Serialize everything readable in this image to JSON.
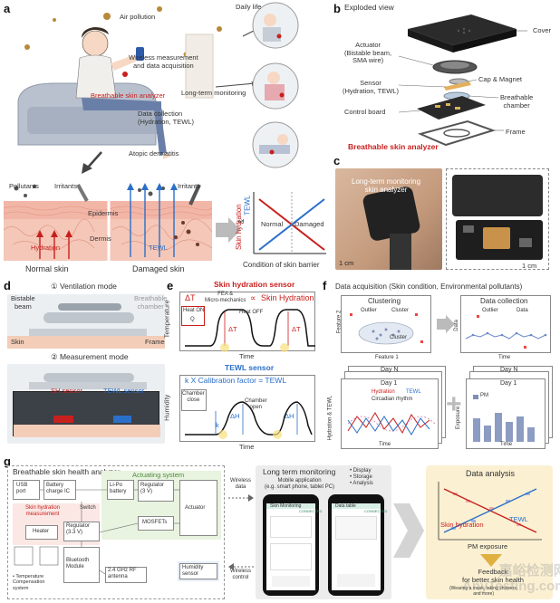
{
  "panels": {
    "a": {
      "letter": "a",
      "air_pollution": "Air pollution",
      "daily_life": "Daily life",
      "wireless": "Wireless measurement\nand data acquisition",
      "analyzer": "Breathable skin analyzer",
      "long_term": "Long-term monitoring",
      "data_collection": "Data collection\n(Hydration, TEWL)",
      "atopic": "Atopic dermatitis",
      "pollutants": "Pollutants",
      "irritants_1": "Irritants",
      "irritants_2": "Irritants",
      "epidermis": "Epidermis",
      "dermis": "Dermis",
      "hydration": "Hydration",
      "tewl": "TEWL",
      "normal_skin": "Normal skin",
      "damaged_skin": "Damaged skin",
      "graph_normal": "Normal",
      "graph_damaged": "Damaged",
      "graph_y_hyd": "Skin hydration",
      "graph_y_amp": "&",
      "graph_y_tewl": "TEWL",
      "graph_x": "Condition of skin barrier"
    },
    "b": {
      "letter": "b",
      "exploded": "Exploded view",
      "cover": "Cover",
      "actuator": "Actuator\n(Bistable beam,\nSMA wire)",
      "cap": "Cap & Magnet",
      "sensor": "Sensor\n(Hydration, TEWL)",
      "breathable_chamber": "Breathable\nchamber",
      "control_board": "Control board",
      "frame": "Frame",
      "analyzer": "Breathable skin analyzer"
    },
    "c": {
      "letter": "c",
      "photo_label": "Long-term monitoring\nskin analyzer",
      "scale1": "1 cm",
      "scale2": "1 cm"
    },
    "d": {
      "letter": "d",
      "vent_mode": "① Ventilation mode",
      "bistable": "Bistable\nbeam",
      "breathable": "Breathable\nchamber",
      "skin": "Skin",
      "frame": "Frame",
      "meas_mode": "② Measurement mode",
      "sh_sensor": "SH sensor",
      "tewl_sensor": "TEWL sensor"
    },
    "e": {
      "letter": "e",
      "sh_title": "Skin hydration sensor",
      "temp_label": "Temperature",
      "dt_eq": "ΔT",
      "equiv": "∝",
      "sh_eq": "Skin Hydration",
      "fea": "FEA &\nMicro-mechanics",
      "heat_on": "Heat ON",
      "q": "Q",
      "heat_off": "Heat OFF",
      "dt1": "ΔT",
      "dt2": "ΔT",
      "time1": "Time",
      "tewl_title": "TEWL sensor",
      "hum_label": "Humidity",
      "k_eq": "k X Calibration factor = TEWL",
      "chamber_close": "Chamber\nclose",
      "chamber_open": "Chamber\nopen",
      "k": "k",
      "dh1": "ΔH",
      "dh2": "ΔH",
      "time2": "Time"
    },
    "f": {
      "letter": "f",
      "title": "Data acquisition (Skin condition, Environmental pollutants)",
      "clustering": "Clustering",
      "outlier": "Outlier",
      "cluster_leg": "Cluster",
      "cluster_txt": "Cluster",
      "feature1": "Feature 1",
      "feature2": "Feature 2",
      "data_collection": "Data collection",
      "outlier2": "Outlier",
      "data_leg": "Data",
      "data_y": "Data",
      "time1": "Time",
      "day_n1": "Day N",
      "day_11": "Day 1",
      "hyd_leg": "Hydration",
      "tewl_leg": "TEWL",
      "circ_leg": "Circadian rhythm",
      "ht_y": "Hydration & TEWL",
      "time2": "Time",
      "plus": "+",
      "day_n2": "Day N",
      "day_12": "Day 1",
      "pm_leg": "PM",
      "exp_y": "Exposure",
      "time3": "Time"
    },
    "g": {
      "letter": "g",
      "board_title": "Breathable skin health analyzer",
      "actuating": "Actuating system",
      "usb": "USB\nport",
      "battery_ic": "Battery\ncharge IC",
      "lipo": "Li-Po\nbattery",
      "reg3v": "Regulator\n(3 V)",
      "actuator": "Actuator",
      "sh_meas": "Skin hydration\nmeasurement",
      "switch": "Switch",
      "mosfets": "MOSFETs",
      "heater": "Heater",
      "reg33": "Regulator\n(3.3 V)",
      "bt": "Bluetooth\nModule",
      "humidity": "Humidity\nsensor",
      "rf": "2.4 GHz RF\nantenna",
      "temp_comp": "• Temperature\nCompensation\nsystem",
      "wireless_data": "Wireless\ndata",
      "wireless_control": "Wireless\ncontrol",
      "ltm_title": "Long term monitoring",
      "ltm_sub": "Mobile application\n(e.g. smart phone, tablet PC)",
      "disp": "• Display\n• Storage\n• Analysis",
      "phone1_title": "Skin Monitoring",
      "phone2_title": "Data table",
      "connected1": "CONNECTED",
      "connected2": "CONNECTED",
      "analysis_title": "Data analysis",
      "sh_line": "Skin hydration",
      "tewl_line": "TEWL",
      "pm_exp": "PM exposure",
      "feedback": "Feedback\nfor better skin health",
      "feedback_sub": "(Wearing a mask, taking showers,\nand more)"
    }
  },
  "watermark": "嘉峪检测网\nAnyTesting.com",
  "colors": {
    "red": "#c8201e",
    "blue": "#2a6fc9",
    "green_panel": "#e8f3e0",
    "pink_panel": "#fbe7e4",
    "yellow_panel": "#fbf0d2",
    "blue_panel": "#e6eef9",
    "gray_panel": "#ececec"
  }
}
